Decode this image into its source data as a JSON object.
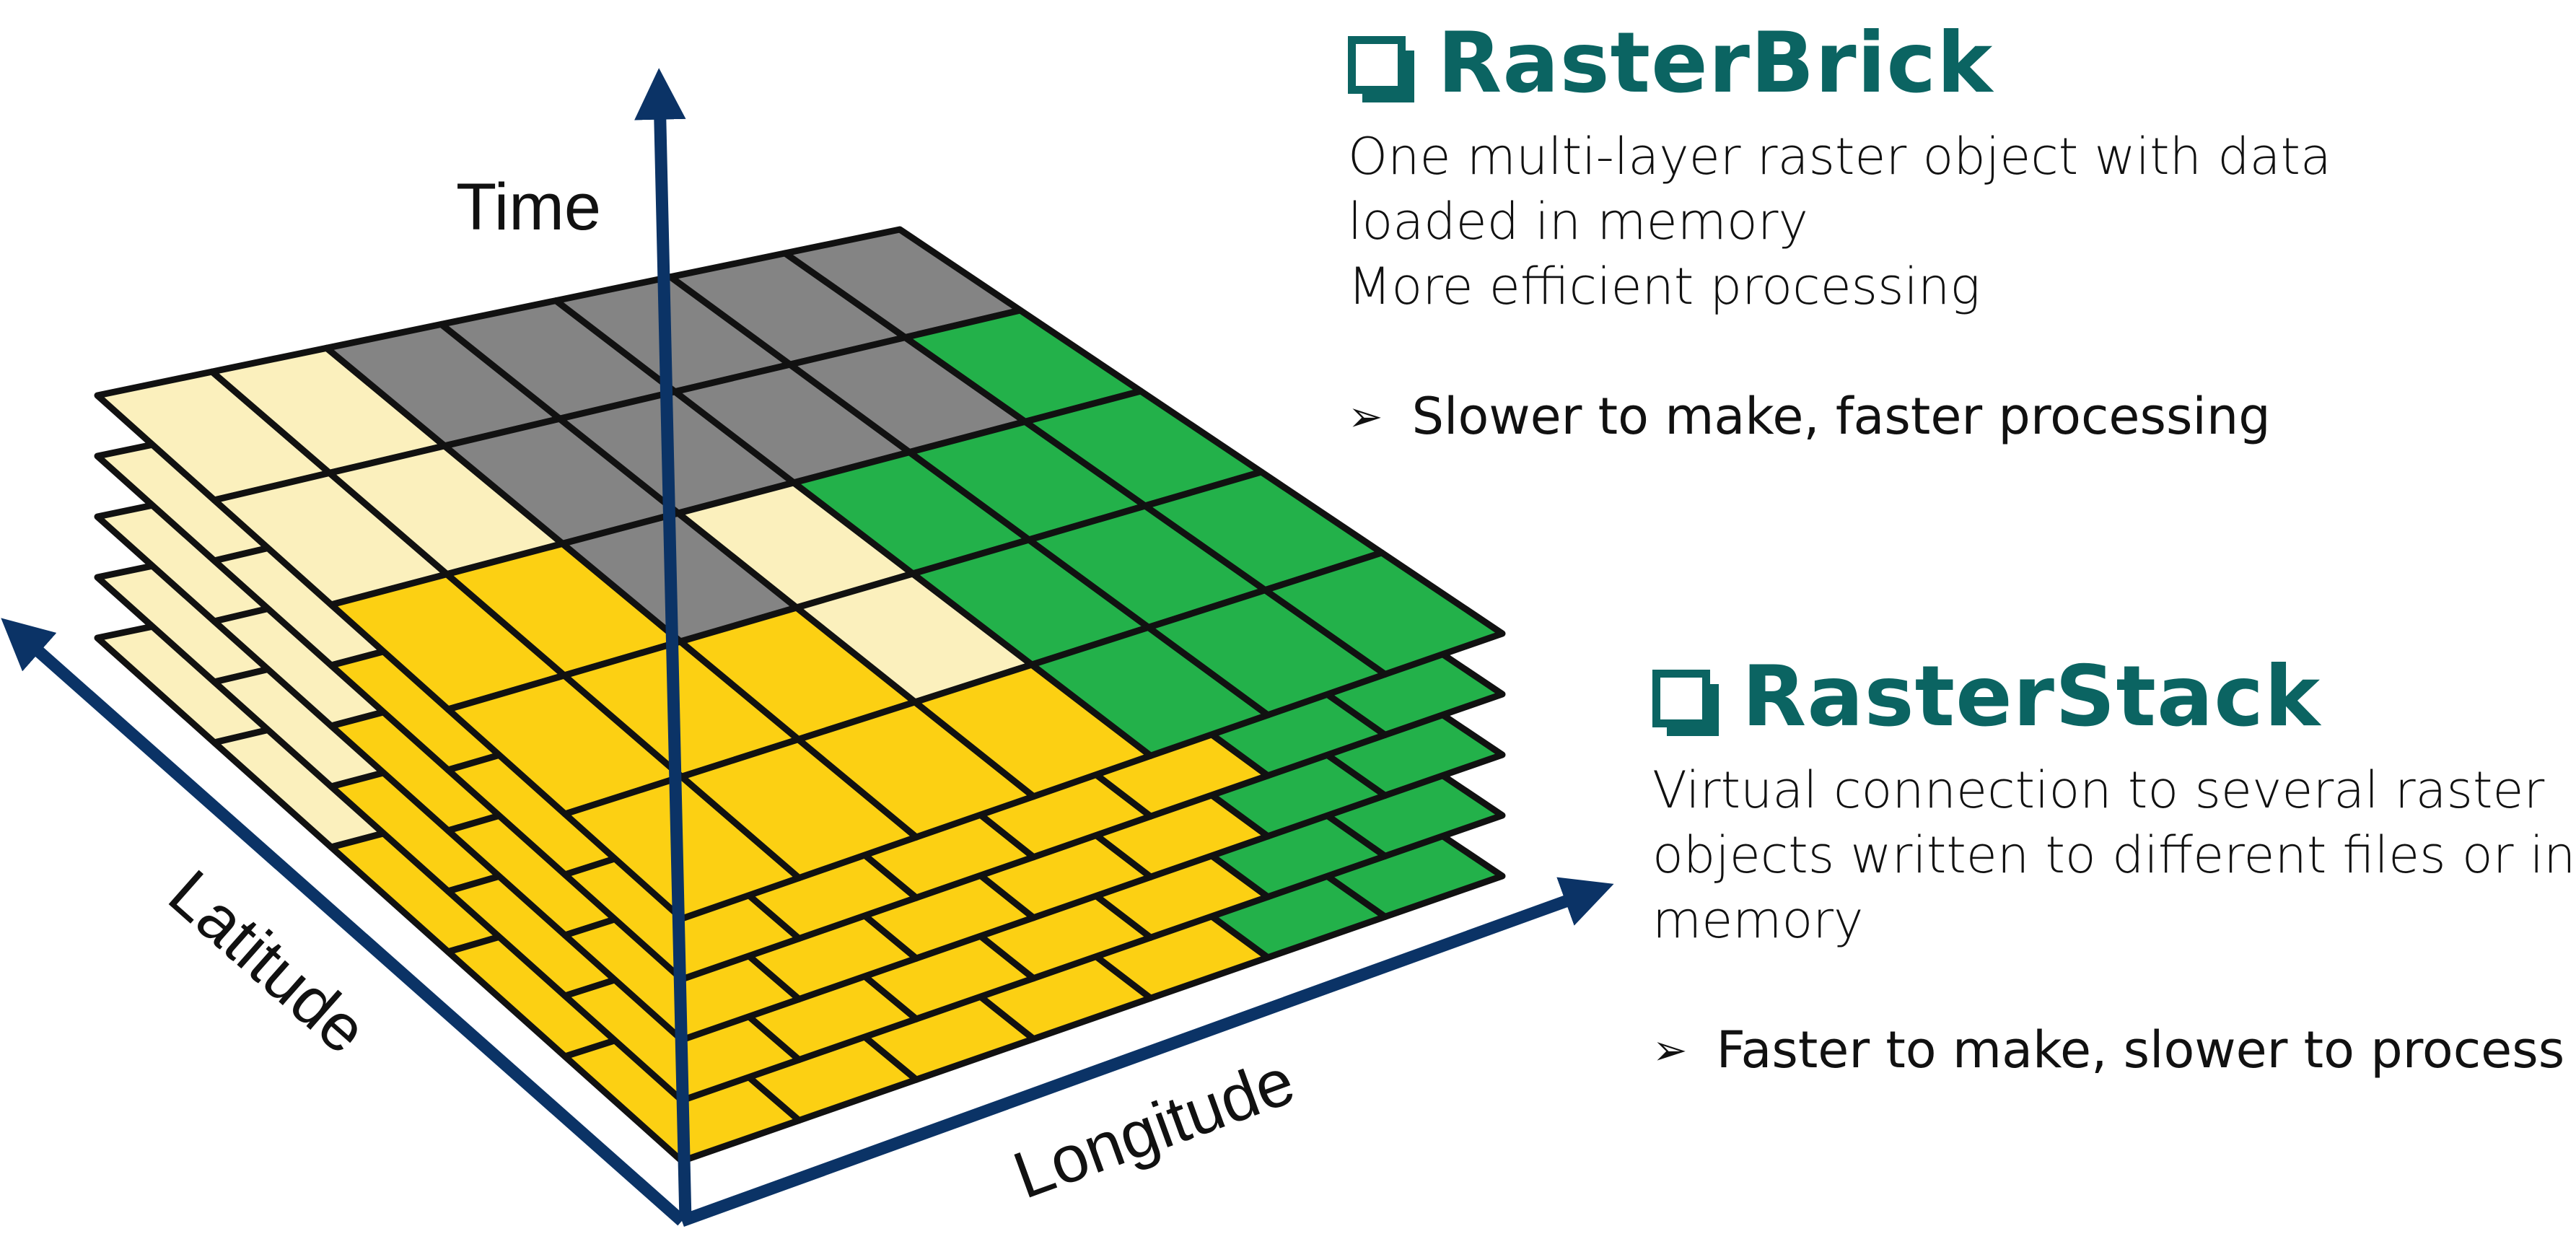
{
  "axes": {
    "time_label": "Time",
    "latitude_label": "Latitude",
    "longitude_label": "Longitude",
    "arrow_color": "#0b3366"
  },
  "layers": {
    "count": 5,
    "grid_rows": 5,
    "grid_cols": 7,
    "colors": {
      "cream": "#fbf0bd",
      "gray": "#848484",
      "yellow": "#fcd013",
      "green": "#23b14a",
      "outline": "#111111"
    },
    "top_layer_pattern": [
      [
        "cream",
        "cream",
        "gray",
        "gray",
        "gray",
        "gray",
        "gray"
      ],
      [
        "cream",
        "cream",
        "gray",
        "gray",
        "gray",
        "gray",
        "green"
      ],
      [
        "yellow",
        "yellow",
        "gray",
        "cream",
        "green",
        "green",
        "green"
      ],
      [
        "yellow",
        "yellow",
        "yellow",
        "cream",
        "green",
        "green",
        "green"
      ],
      [
        "yellow",
        "yellow",
        "yellow",
        "yellow",
        "green",
        "green",
        "green"
      ]
    ],
    "lower_layer_pattern": [
      [
        "cream",
        "yellow",
        "yellow",
        "yellow",
        "yellow",
        "green",
        "green"
      ],
      [
        "cream",
        "yellow",
        "yellow",
        "yellow",
        "yellow",
        "green",
        "green"
      ],
      [
        "yellow",
        "yellow",
        "yellow",
        "yellow",
        "yellow",
        "green",
        "green"
      ],
      [
        "yellow",
        "yellow",
        "yellow",
        "yellow",
        "yellow",
        "green",
        "green"
      ],
      [
        "yellow",
        "yellow",
        "yellow",
        "yellow",
        "yellow",
        "green",
        "green"
      ]
    ]
  },
  "raster_brick": {
    "title": "RasterBrick",
    "desc_line1": "One multi-layer raster object with data",
    "desc_line2": "loaded in memory",
    "desc_line3": "More efficient processing",
    "bullet_symbol": "➢",
    "bullet": "Slower to make, faster processing"
  },
  "raster_stack": {
    "title": "RasterStack",
    "desc_line1": "Virtual connection to several raster",
    "desc_line2": "objects written to different files or in",
    "desc_line3": "memory",
    "bullet_symbol": "➢",
    "bullet": "Faster to make, slower to process"
  },
  "theme": {
    "heading_color": "#0b6462"
  }
}
